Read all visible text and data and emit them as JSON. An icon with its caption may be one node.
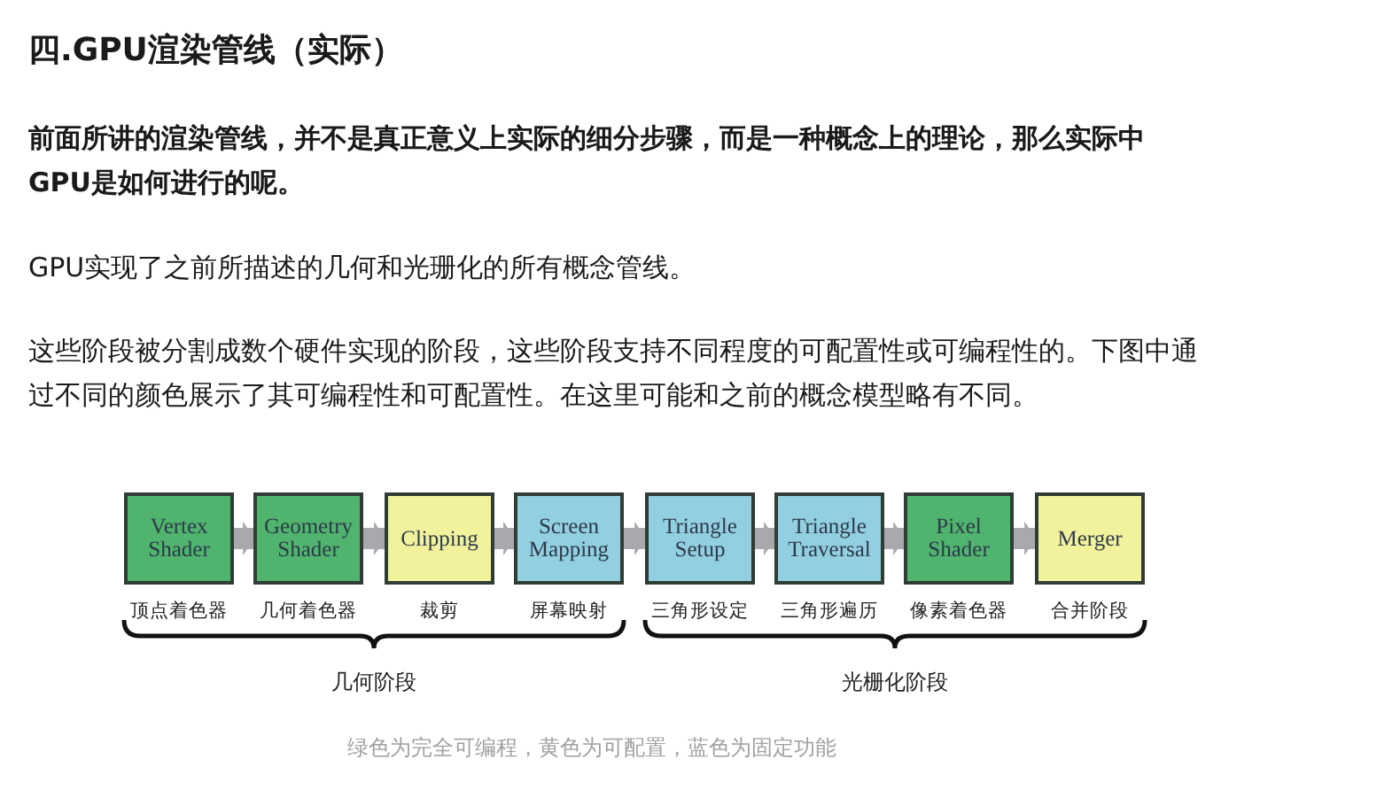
{
  "diagram": {
    "title": "四.GPU渲染管线（实际）",
    "caption": "绿色为完全可编程，黄色为可配置，蓝色为固定功能",
    "nodes": [
      {
        "text": [
          "Vertex Shader"
        ],
        "beside": [
          "顶点着色器"
        ]
      },
      {
        "text": [
          "Geometry Shader"
        ],
        "beside": [
          "几何着色器"
        ]
      },
      {
        "text": [
          "Clipping"
        ],
        "beside": [
          "裁剪"
        ]
      },
      {
        "text": [
          "Screen Mapping"
        ],
        "beside": [
          "屏幕映射"
        ]
      },
      {
        "text": [
          "Triangle Setup"
        ],
        "beside": [
          "三角形设定"
        ]
      },
      {
        "text": [
          "Triangle Traversal"
        ],
        "beside": [
          "三角形遍历"
        ]
      },
      {
        "text": [
          "Pixel Shader"
        ],
        "beside": [
          "像素着色器"
        ]
      },
      {
        "text": [
          "Merger"
        ],
        "beside": [
          "合并阶段"
        ]
      }
    ],
    "edges": [
      {
        "from": 0,
        "to": 1,
        "arrow": "to"
      },
      {
        "from": 1,
        "to": 2,
        "arrow": "to"
      },
      {
        "from": 2,
        "to": 3,
        "arrow": "to"
      },
      {
        "from": 3,
        "to": 4,
        "arrow": "to"
      },
      {
        "from": 4,
        "to": 5,
        "arrow": "to"
      },
      {
        "from": 5,
        "to": 6,
        "arrow": "to"
      },
      {
        "from": 6,
        "to": 7,
        "arrow": "to"
      }
    ],
    "labels": [
      "前面所讲的渲染管线，并不是真正意义上实际的细分步骤，而是一种概念上的理论，那么实际中GPU是如何进行的呢。",
      "GPU实现了之前所描述的几何和光珊化的所有概念管线。",
      "这些阶段被分割成数个硬件实现的阶段，这些阶段支持不同程度的可配置性或可编程性的。下图中通过不同的颜色展示了其可编程性和可配置性。在这里可能和之前的概念模型略有不同。",
      "几何阶段",
      "光栅化阶段"
    ]
  }
}
